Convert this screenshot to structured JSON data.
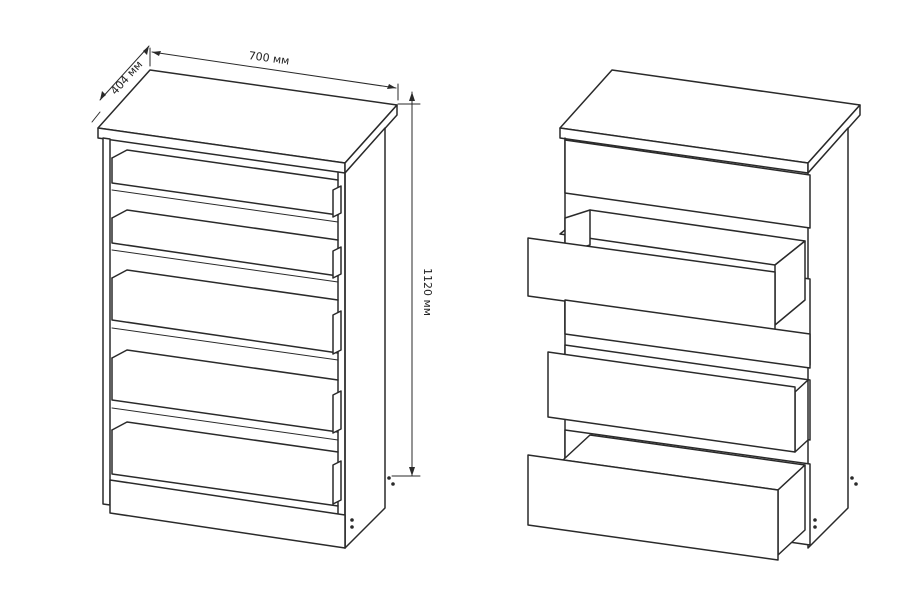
{
  "dimensions": {
    "width": "700 мм",
    "depth": "404 мм",
    "height": "1120 мм"
  },
  "left_view": {
    "description_icon": "chest-of-drawers-open-frame-icon",
    "drawer_count": 5
  },
  "right_view": {
    "description_icon": "chest-of-drawers-with-drawers-icon",
    "drawer_count": 5
  }
}
